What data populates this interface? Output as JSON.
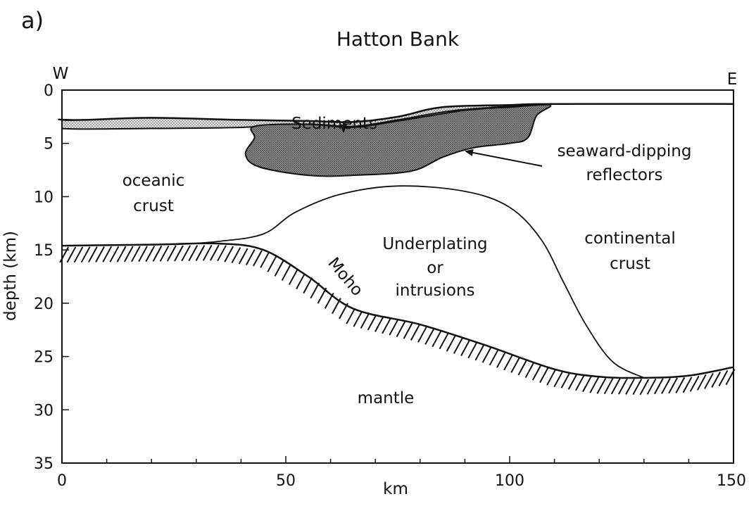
{
  "panel_label": "a)",
  "title": "Hatton Bank",
  "direction": {
    "west": "W",
    "east": "E"
  },
  "axes": {
    "x_label": "km",
    "y_label": "depth (km)",
    "x_range": [
      0,
      150
    ],
    "y_range": [
      0,
      35
    ],
    "y_inverted": true,
    "x_ticks": [
      "0",
      "50",
      "100",
      "150"
    ],
    "y_ticks": [
      "0",
      "5",
      "10",
      "15",
      "20",
      "25",
      "30",
      "35"
    ]
  },
  "labels": {
    "sediments": "Sediments",
    "sdr_line1": "seaward-dipping",
    "sdr_line2": "reflectors",
    "oceanic_line1": "oceanic",
    "oceanic_line2": "crust",
    "underplating_line1": "Underplating",
    "underplating_line2": "or",
    "underplating_line3": "intrusions",
    "continental_line1": "continental",
    "continental_line2": "crust",
    "moho": "Moho",
    "mantle": "mantle"
  },
  "profiles": {
    "seafloor": [
      [
        0,
        2.8
      ],
      [
        5,
        2.8
      ],
      [
        20,
        2.6
      ],
      [
        40,
        2.8
      ],
      [
        55,
        2.9
      ],
      [
        65,
        3.0
      ],
      [
        75,
        2.5
      ],
      [
        85,
        1.6
      ],
      [
        100,
        1.4
      ],
      [
        110,
        1.3
      ],
      [
        150,
        1.3
      ]
    ],
    "sediment_base": [
      [
        0,
        3.6
      ],
      [
        20,
        3.6
      ],
      [
        40,
        3.5
      ],
      [
        55,
        3.2
      ],
      [
        65,
        3.4
      ],
      [
        75,
        2.8
      ],
      [
        88,
        1.9
      ],
      [
        105,
        1.4
      ],
      [
        110,
        1.3
      ]
    ],
    "sdr_top": [
      [
        43,
        3.4
      ],
      [
        55,
        3.2
      ],
      [
        65,
        3.5
      ],
      [
        75,
        2.9
      ],
      [
        90,
        1.9
      ],
      [
        100,
        1.6
      ],
      [
        109,
        1.4
      ]
    ],
    "sdr_bottom": [
      [
        109,
        1.4
      ],
      [
        106,
        2.4
      ],
      [
        104,
        4.5
      ],
      [
        100,
        5.0
      ],
      [
        92,
        5.4
      ],
      [
        85,
        6.3
      ],
      [
        78,
        7.6
      ],
      [
        65,
        8.0
      ],
      [
        55,
        8.0
      ],
      [
        44,
        7.2
      ],
      [
        41,
        6.0
      ],
      [
        43,
        4.5
      ],
      [
        43,
        3.4
      ]
    ],
    "underplating_boundary": [
      [
        25,
        14.5
      ],
      [
        35,
        14.2
      ],
      [
        45,
        13.5
      ],
      [
        52,
        11.5
      ],
      [
        62,
        9.8
      ],
      [
        75,
        9.0
      ],
      [
        90,
        9.5
      ],
      [
        100,
        11.0
      ],
      [
        107,
        14.0
      ],
      [
        112,
        18.0
      ],
      [
        117,
        22.0
      ],
      [
        123,
        25.5
      ],
      [
        130,
        27.0
      ]
    ],
    "moho": [
      [
        0,
        14.6
      ],
      [
        20,
        14.5
      ],
      [
        35,
        14.4
      ],
      [
        45,
        15.0
      ],
      [
        55,
        17.5
      ],
      [
        65,
        20.5
      ],
      [
        80,
        22.0
      ],
      [
        95,
        24.0
      ],
      [
        110,
        26.2
      ],
      [
        120,
        26.9
      ],
      [
        130,
        27.0
      ],
      [
        140,
        26.8
      ],
      [
        150,
        26.0
      ]
    ]
  },
  "colors": {
    "ink": "#111111",
    "sediment_fill": "#d8d8d8",
    "sdr_fill": "#8a8a8a"
  }
}
